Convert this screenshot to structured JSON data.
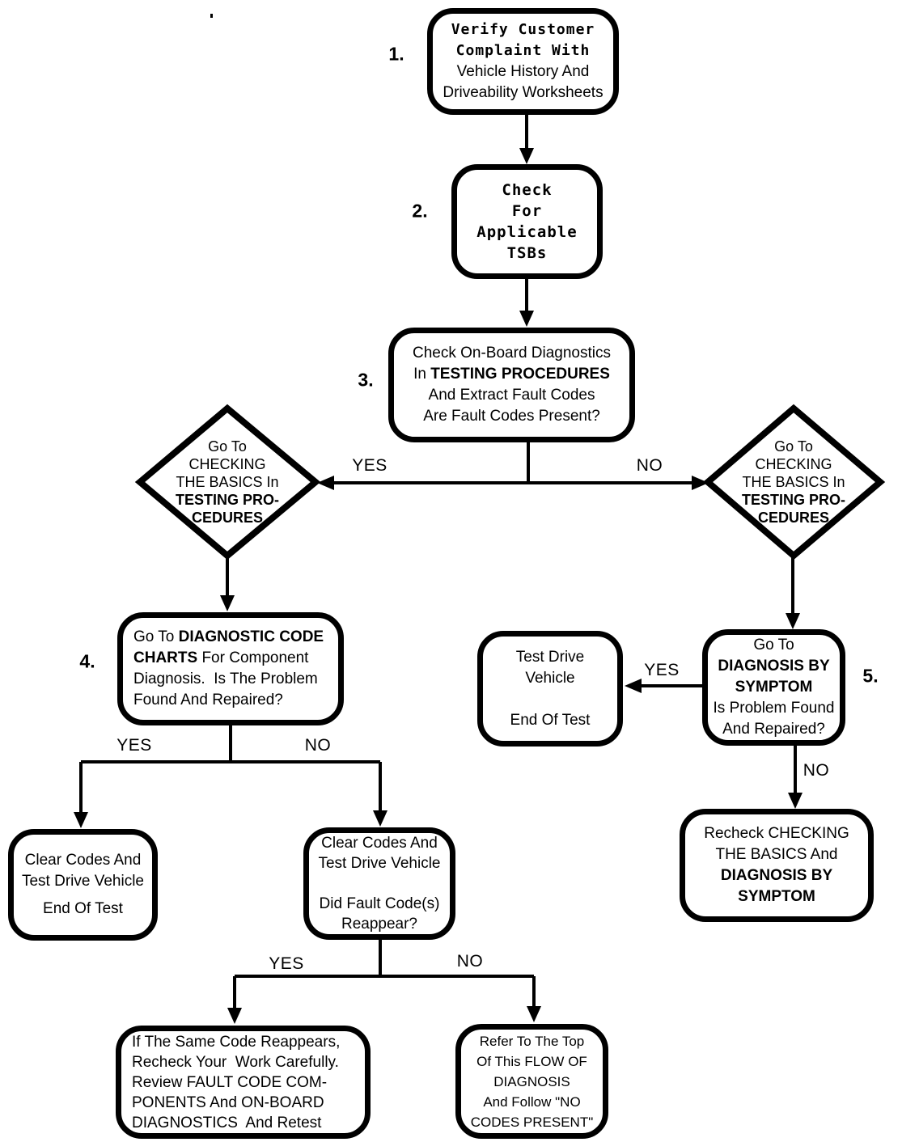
{
  "page": {
    "background": "#ffffff",
    "ink": "#000000"
  },
  "labels": {
    "step1": "1.",
    "step2": "2.",
    "step3": "3.",
    "step4": "4.",
    "step5": "5.",
    "yes": "YES",
    "no": "NO"
  },
  "nodes": {
    "verify": {
      "lines": [
        "Verify Customer",
        "Complaint With",
        "Vehicle History And",
        "Driveability Worksheets"
      ]
    },
    "tsb": {
      "lines": [
        "Check",
        "For",
        "Applicable",
        "TSBs"
      ]
    },
    "obd": {
      "lines": [
        "Check On-Board Diagnostics",
        [
          {
            "text": "In ",
            "bold": false
          },
          {
            "text": "TESTING PROCEDURES",
            "bold": true
          }
        ],
        "And Extract Fault Codes",
        "Are Fault Codes Present?"
      ]
    },
    "checking_left": {
      "lines": [
        "Go To",
        "CHECKING",
        "THE BASICS In",
        {
          "text": "TESTING PRO-",
          "bold": true
        },
        {
          "text": "CEDURES",
          "bold": true
        }
      ]
    },
    "checking_right": {
      "lines": [
        "Go To",
        "CHECKING",
        "THE BASICS In",
        {
          "text": "TESTING PRO-",
          "bold": true
        },
        {
          "text": "CEDURES",
          "bold": true
        }
      ]
    },
    "code_charts": {
      "lines": [
        [
          {
            "text": "Go To ",
            "bold": false
          },
          {
            "text": "DIAGNOSTIC CODE",
            "bold": true
          }
        ],
        [
          {
            "text": "CHARTS",
            "bold": true
          },
          {
            "text": " For Component",
            "bold": false
          }
        ],
        "Diagnosis.  Is The Problem",
        "Found And Repaired?"
      ]
    },
    "symptom": {
      "lines": [
        "Go To",
        {
          "text": "DIAGNOSIS BY",
          "bold": true
        },
        {
          "text": "SYMPTOM",
          "bold": true
        },
        "Is Problem Found",
        "And Repaired?"
      ]
    },
    "testdrive": {
      "lines": [
        "Test Drive",
        "Vehicle",
        "",
        "End Of Test"
      ]
    },
    "recheck": {
      "lines": [
        "Recheck CHECKING",
        "THE BASICS And",
        {
          "text": "DIAGNOSIS BY",
          "bold": true
        },
        {
          "text": "SYMPTOM",
          "bold": true
        }
      ]
    },
    "clear_end": {
      "lines": [
        "Clear Codes And",
        "Test Drive Vehicle",
        "End Of Test"
      ]
    },
    "clear_reappear": {
      "lines": [
        "Clear Codes And",
        "Test Drive Vehicle",
        "",
        "Did Fault Code(s)",
        "Reappear?"
      ]
    },
    "same_code": {
      "lines": [
        "If The Same Code Reappears,",
        "Recheck Your  Work Carefully.",
        "Review FAULT CODE COM-",
        "PONENTS And ON-BOARD",
        "DIAGNOSTICS  And Retest"
      ]
    },
    "refer_top": {
      "lines": [
        "Refer To The Top",
        "Of This FLOW OF",
        "DIAGNOSIS",
        "And Follow \"NO",
        "CODES PRESENT\""
      ]
    }
  }
}
